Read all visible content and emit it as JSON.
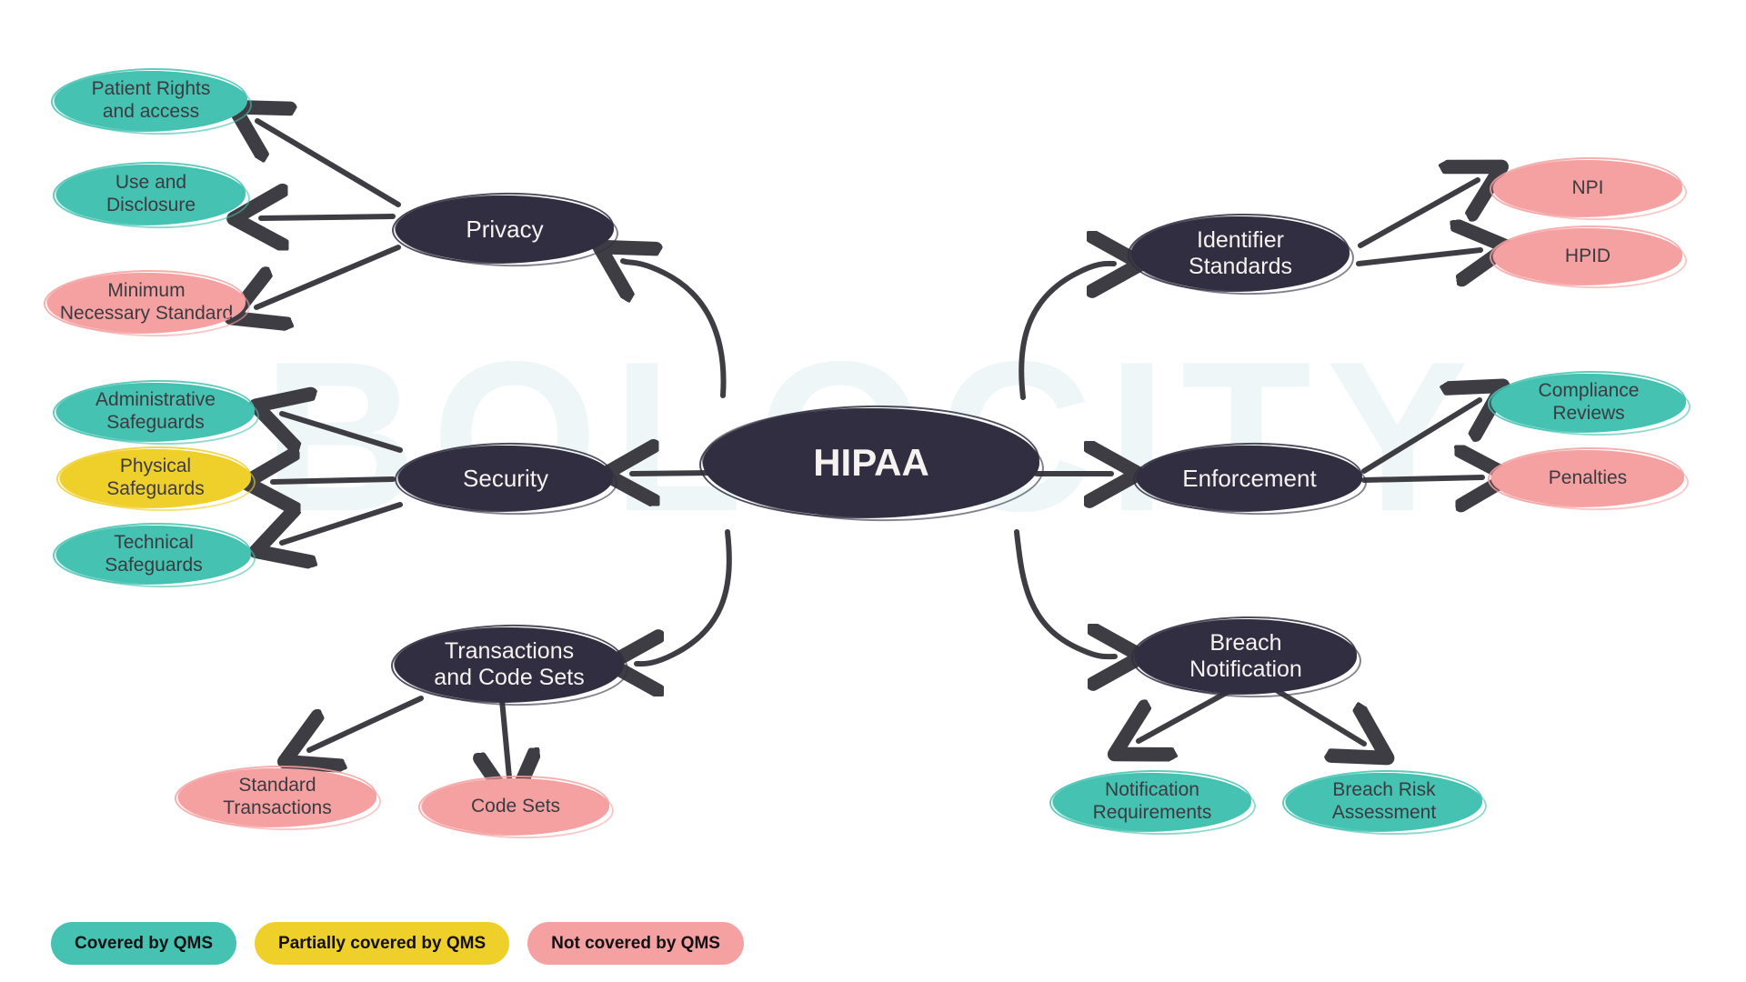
{
  "watermark": "BOLOCITY",
  "diagram": {
    "center": {
      "label": "HIPAA"
    },
    "branches": [
      {
        "id": "privacy",
        "label": "Privacy",
        "children": [
          {
            "label": "Patient Rights\nand access",
            "status": "covered"
          },
          {
            "label": "Use and\nDisclosure",
            "status": "covered"
          },
          {
            "label": "Minimum\nNecessary Standard",
            "status": "not-covered"
          }
        ]
      },
      {
        "id": "security",
        "label": "Security",
        "children": [
          {
            "label": "Administrative\nSafeguards",
            "status": "covered"
          },
          {
            "label": "Physical\nSafeguards",
            "status": "partial"
          },
          {
            "label": "Technical\nSafeguards",
            "status": "covered"
          }
        ]
      },
      {
        "id": "transactions",
        "label": "Transactions\nand Code Sets",
        "children": [
          {
            "label": "Standard\nTransactions",
            "status": "not-covered"
          },
          {
            "label": "Code Sets",
            "status": "not-covered"
          }
        ]
      },
      {
        "id": "identifier-standards",
        "label": "Identifier\nStandards",
        "children": [
          {
            "label": "NPI",
            "status": "not-covered"
          },
          {
            "label": "HPID",
            "status": "not-covered"
          }
        ]
      },
      {
        "id": "enforcement",
        "label": "Enforcement",
        "children": [
          {
            "label": "Compliance\nReviews",
            "status": "covered"
          },
          {
            "label": "Penalties",
            "status": "not-covered"
          }
        ]
      },
      {
        "id": "breach-notification",
        "label": "Breach\nNotification",
        "children": [
          {
            "label": "Notification\nRequirements",
            "status": "covered"
          },
          {
            "label": "Breach Risk\nAssessment",
            "status": "covered"
          }
        ]
      }
    ]
  },
  "nodes": {
    "center": {
      "label": "HIPAA"
    },
    "privacy": {
      "label": "Privacy"
    },
    "patient_rights": {
      "label": "Patient Rights\nand access"
    },
    "use_disclosure": {
      "label": "Use and\nDisclosure"
    },
    "minimum_necessary": {
      "label": "Minimum\nNecessary Standard"
    },
    "security": {
      "label": "Security"
    },
    "administrative": {
      "label": "Administrative\nSafeguards"
    },
    "physical": {
      "label": "Physical\nSafeguards"
    },
    "technical": {
      "label": "Technical\nSafeguards"
    },
    "transactions": {
      "label": "Transactions\nand Code Sets"
    },
    "standard_transactions": {
      "label": "Standard\nTransactions"
    },
    "code_sets": {
      "label": "Code Sets"
    },
    "identifier_standards": {
      "label": "Identifier\nStandards"
    },
    "npi": {
      "label": "NPI"
    },
    "hpid": {
      "label": "HPID"
    },
    "enforcement": {
      "label": "Enforcement"
    },
    "compliance_reviews": {
      "label": "Compliance\nReviews"
    },
    "penalties": {
      "label": "Penalties"
    },
    "breach_notification": {
      "label": "Breach\nNotification"
    },
    "notification_req": {
      "label": "Notification\nRequirements"
    },
    "breach_risk": {
      "label": "Breach Risk\nAssessment"
    }
  },
  "legend": {
    "items": [
      {
        "label": "Covered by QMS",
        "status": "covered",
        "color": "#45c2b1"
      },
      {
        "label": "Partially covered by QMS",
        "status": "partial",
        "color": "#efcf2a"
      },
      {
        "label": "Not covered by QMS",
        "status": "not-covered",
        "color": "#f5a1a1"
      }
    ]
  },
  "colors": {
    "dark": "#302e40",
    "teal": "#45c2b1",
    "yellow": "#efcf2a",
    "pink": "#f5a1a1",
    "text_dark": "#3b3b41",
    "text_light": "#f5f2ef",
    "arrow": "#3d3d43",
    "watermark": "#eef6f7",
    "background": "#ffffff"
  }
}
